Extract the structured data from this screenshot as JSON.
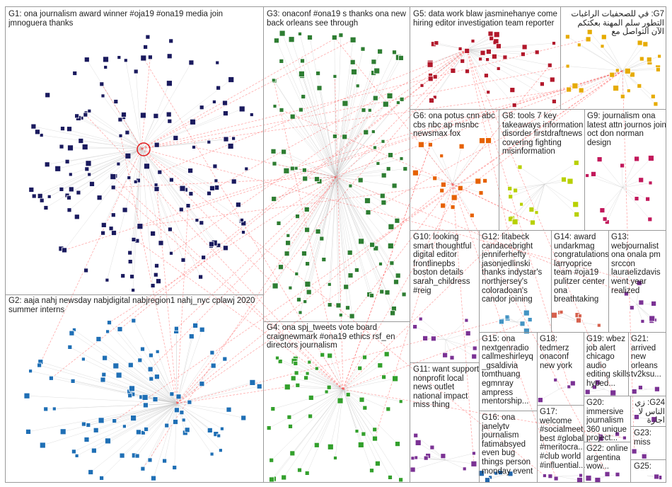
{
  "title": "",
  "groups": [
    {
      "id": "G1",
      "label": "G1: ona journalism award winner #oja19 #ona19 media join jmnoguera thanks",
      "color": "#1a1a5e"
    },
    {
      "id": "G2",
      "label": "G2: aaja nahj newsday nabjdigital nabjregion1 nahj_nyc cplawj 2020 summer interns",
      "color": "#1f6fb5"
    },
    {
      "id": "G3",
      "label": "G3: onaconf #ona19 s thanks ona new back orleans see through",
      "color": "#2e7d32"
    },
    {
      "id": "G4",
      "label": "G4: ona spj_tweets vote board craignewmark #ona19 ethics rsf_en directors journalism",
      "color": "#33a02c"
    },
    {
      "id": "G5",
      "label": "G5: data work blaw jasminehanye come hiring editor investigation team reporter",
      "color": "#b2182b"
    },
    {
      "id": "G6",
      "label": "G6: ona potus cnn abc cbs nbc ap msnbc newsmax fox",
      "color": "#e66101"
    },
    {
      "id": "G7",
      "label": "G7: في للصحفيات الراغبات التطور سلم المهنة بعكتكم الآن التواصل مع",
      "color": "#e6ab02"
    },
    {
      "id": "G8",
      "label": "G8: tools 7 key takeaways information disorder firstdraftnews covering fighting misinformation",
      "color": "#b8d000"
    },
    {
      "id": "G9",
      "label": "G9: journalism ona latest attn journos join oct don norman design",
      "color": "#c2185b"
    },
    {
      "id": "G10",
      "label": "G10: looking smart thoughtful digital editor frontlinepbs boston details sarah_childress #reig",
      "color": "#7b3294"
    },
    {
      "id": "G11",
      "label": "G11: want support nonprofit local news outlet national impact miss thing",
      "color": "#7b3294"
    },
    {
      "id": "G12",
      "label": "G12: litabeck candacebright jenniferhefty jasonjedlinski thanks indystar's northjersey's coloradoan's candor joining",
      "color": "#4393c3"
    },
    {
      "id": "G13",
      "label": "G13: webjournalist ona onala pm srccon lauraelizdavis went year realized",
      "color": "#7b3294"
    },
    {
      "id": "G14",
      "label": "G14: award undarkmag congratulations larryoprice team #oja19 pulitzer center ona breathtaking",
      "color": "#d6604d"
    },
    {
      "id": "G15",
      "label": "G15: ona nextgenradio callmeshirleyq _gsaldivia tomthuang egmnray ampress mentorship...",
      "color": "#5e3c99"
    },
    {
      "id": "G16",
      "label": "G16: ona janelytv journalism fatimabsyed even bug things person monday event",
      "color": "#2166ac"
    },
    {
      "id": "G17",
      "label": "G17: welcome #socialmeet best #global #meritocra... #club world #influential...",
      "color": "#7b3294"
    },
    {
      "id": "G18",
      "label": "G18: tedmerz onaconf new york",
      "color": "#7b3294"
    },
    {
      "id": "G19",
      "label": "G19: wbez job alert chicago audio editing skills hyped...",
      "color": "#7b3294"
    },
    {
      "id": "G20",
      "label": "G20: immersive journalism 360 unique project...",
      "color": "#7b3294"
    },
    {
      "id": "G21",
      "label": "G21: arrived new orleans tv2ksu...",
      "color": "#7b3294"
    },
    {
      "id": "G22",
      "label": "G22: online argentina wow...",
      "color": "#7b3294"
    },
    {
      "id": "G23",
      "label": "G23: miss",
      "color": "#7b3294"
    },
    {
      "id": "G24",
      "label": "G24: زي الناس لا اجازة",
      "color": "#7b3294"
    },
    {
      "id": "G25",
      "label": "G25:",
      "color": "#7b3294"
    }
  ],
  "colors": {
    "edge": "#bdbdbd",
    "edge_between": "#ff2a2a",
    "panel_border": "#9a9a9a"
  }
}
